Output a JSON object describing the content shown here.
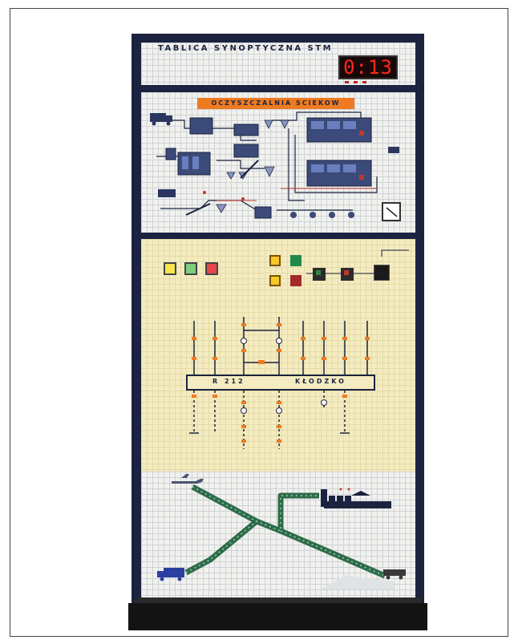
{
  "board": {
    "title": "TABLICA SYNOPTYCZNA STM",
    "clock": "0:13"
  },
  "sewage": {
    "banner": "OCZYSZCZALNIA SCIEKOW"
  },
  "substation": {
    "busbar_left": "R 212",
    "busbar_right": "KŁODZKO"
  },
  "colors": {
    "frame": "#1b2340",
    "accent": "#ee7b21",
    "clock_digits": "#ff2a1a",
    "pipeline": "#2f6b4a"
  },
  "icons": [
    "airplane-icon",
    "factory-icon",
    "truck-icon",
    "car-icon",
    "clock-display",
    "gauge-icon"
  ]
}
